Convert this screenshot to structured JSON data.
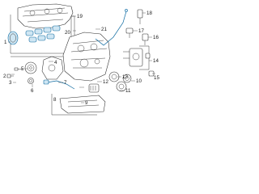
{
  "callouts": {
    "n1": "1",
    "n2": "2",
    "n3": "3",
    "n4": "4",
    "n5": "5",
    "n6": "6",
    "n7": "7",
    "n8": "8",
    "n9": "9",
    "n10": "10",
    "n11": "11",
    "n12": "12",
    "n13": "13",
    "n14": "14",
    "n15": "15",
    "n16": "16",
    "n17": "17",
    "n18": "18",
    "n19": "19",
    "n20": "20",
    "n21": "21"
  },
  "colors": {
    "highlight_fill": "#cfe6f3",
    "highlight_stroke": "#0e6aa0",
    "line": "#2b2b2b"
  }
}
